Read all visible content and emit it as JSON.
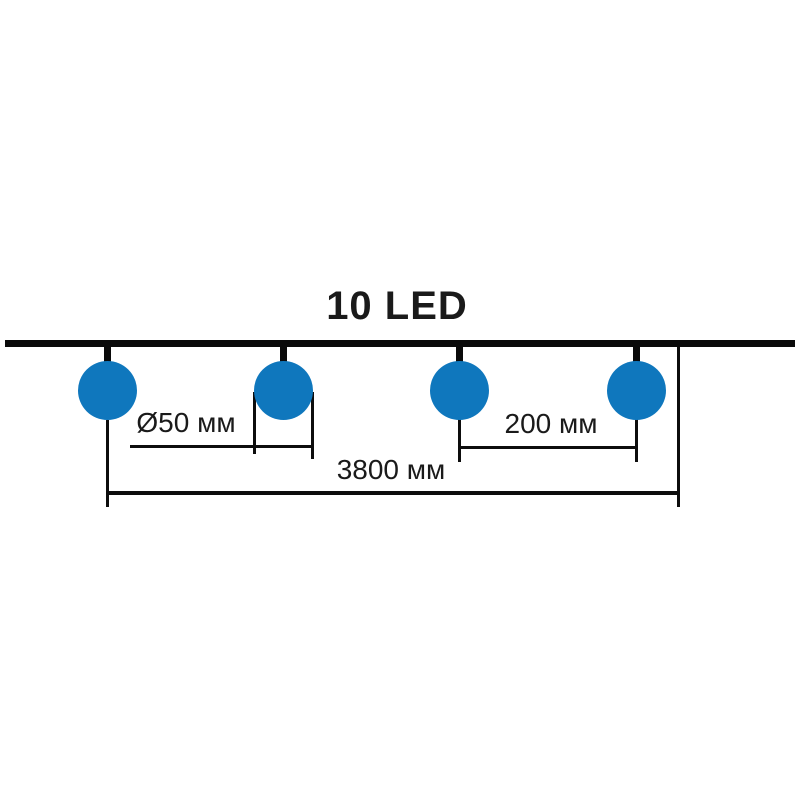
{
  "diagram": {
    "title": "10 LED",
    "labels": {
      "diameter": "Ø50 мм",
      "spacing": "200 мм",
      "total_length": "3800 мм"
    },
    "colors": {
      "bulb": "#0f77bd",
      "line": "#0d0d0d",
      "text": "#1a1a1a",
      "background": "#ffffff"
    },
    "bulbs_shown": 4,
    "units": "мм"
  }
}
